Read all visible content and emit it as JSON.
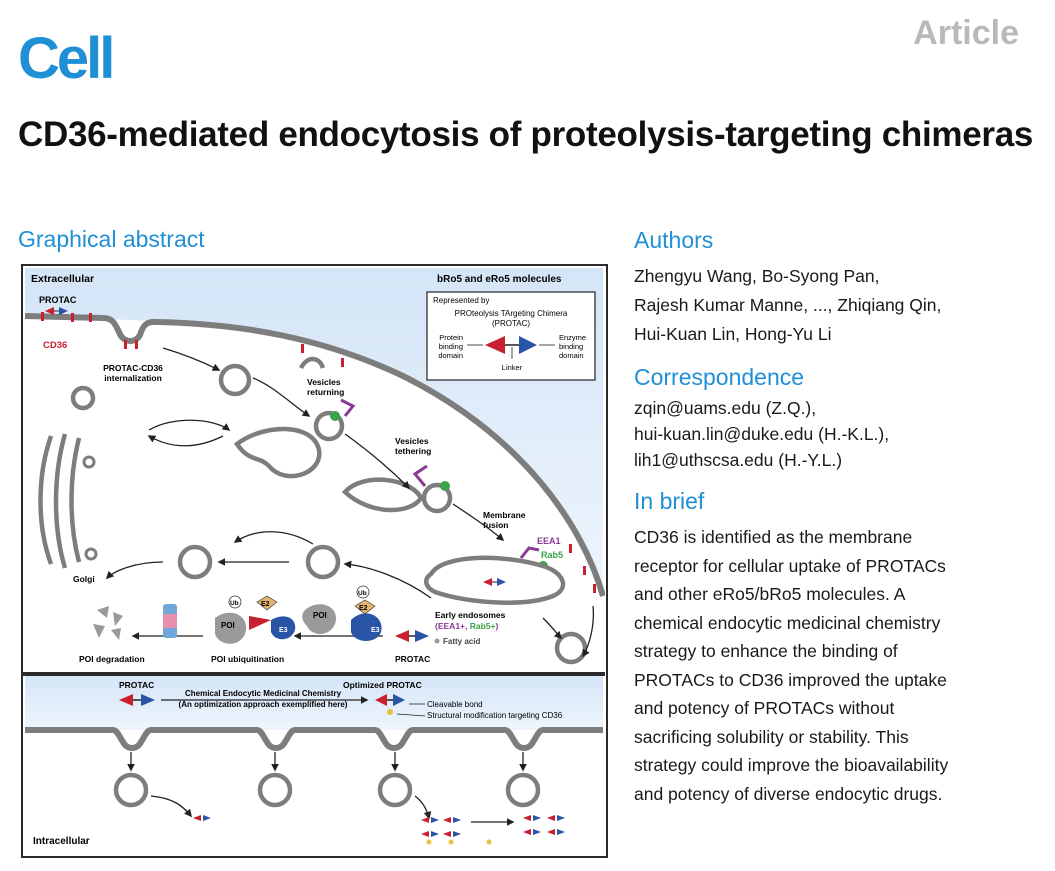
{
  "journal": {
    "logo": "Cell",
    "type": "Article"
  },
  "title": "CD36-mediated endocytosis of proteolysis-targeting chimeras",
  "sections": {
    "graphical_abstract": "Graphical abstract",
    "authors_heading": "Authors",
    "authors": [
      "Zhengyu Wang, Bo-Syong Pan,",
      "Rajesh Kumar Manne, ..., Zhiqiang Qin,",
      "Hui-Kuan Lin, Hong-Yu Li"
    ],
    "correspondence_heading": "Correspondence",
    "correspondence": [
      "zqin@uams.edu (Z.Q.),",
      "hui-kuan.lin@duke.edu (H.-K.L.),",
      "lih1@uthscsa.edu (H.-Y.L.)"
    ],
    "brief_heading": "In brief",
    "brief": [
      "CD36 is identified as the membrane",
      "receptor for cellular uptake of PROTACs",
      "and other eRo5/bRo5 molecules. A",
      "chemical endocytic medicinal chemistry",
      "strategy to enhance the binding of",
      "PROTACs to CD36 improved the uptake",
      "and potency of PROTACs without",
      "sacrificing solubility or stability. This",
      "strategy could improve the bioavailability",
      "and potency of diverse endocytic drugs."
    ]
  },
  "diagram": {
    "extracellular": "Extracellular",
    "molecules_title": "bRo5 and eRo5 molecules",
    "represented_by": "Represented by",
    "protac_full_1": "PROteolysis TArgeting Chimera",
    "protac_full_2": "(PROTAC)",
    "protein_binding_1": "Protein",
    "protein_binding_2": "binding",
    "protein_binding_3": "domain",
    "enzyme_binding_1": "Enzyme",
    "enzyme_binding_2": "binding",
    "enzyme_binding_3": "domain",
    "linker": "Linker",
    "protac": "PROTAC",
    "cd36": "CD36",
    "internalization_1": "PROTAC-CD36",
    "internalization_2": "internalization",
    "vesicles_returning_1": "Vesicles",
    "vesicles_returning_2": "returning",
    "vesicles_tethering_1": "Vesicles",
    "vesicles_tethering_2": "tethering",
    "membrane_fusion_1": "Membrane",
    "membrane_fusion_2": "fusion",
    "eea1": "EEA1",
    "rab5": "Rab5",
    "golgi": "Golgi",
    "early_endosomes": "Early endosomes",
    "eea1_plus": "EEA1+",
    "rab5_plus": "Rab5+",
    "fatty_acid": "Fatty acid",
    "poi": "POI",
    "ub": "Ub",
    "e2": "E2",
    "e3": "E3",
    "poi_degradation": "POI degradation",
    "poi_ubiquitination": "POI ubiquitination",
    "protac_bottom": "PROTAC",
    "protac_left": "PROTAC",
    "optimized_protac": "Optimized PROTAC",
    "cemc_1": "Chemical Endocytic Medicinal Chemistry",
    "cemc_2": "(An optimization approach exemplified here)",
    "cleavable_bond": "Cleavable bond",
    "structural_mod": "Structural modification targeting CD36",
    "intracellular": "Intracellular",
    "colors": {
      "red": "#c8202f",
      "blue": "#2a54a5",
      "purple": "#8b3a96",
      "green": "#3aa44a",
      "membrane": "#808080",
      "bg": "#dce9f7"
    }
  }
}
